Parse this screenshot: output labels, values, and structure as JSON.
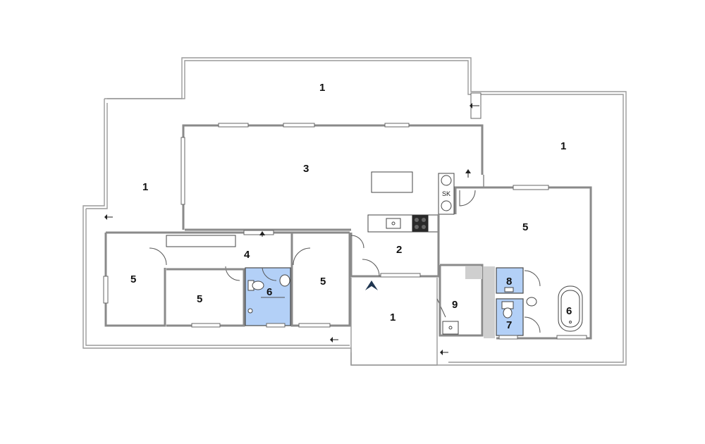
{
  "plan": {
    "room_labels": [
      {
        "id": "terrace-top",
        "text": "1"
      },
      {
        "id": "terrace-left",
        "text": "1"
      },
      {
        "id": "terrace-right",
        "text": "1"
      },
      {
        "id": "entry-terrace",
        "text": "1"
      },
      {
        "id": "kitchen-hall",
        "text": "2"
      },
      {
        "id": "living",
        "text": "3"
      },
      {
        "id": "hallway",
        "text": "4"
      },
      {
        "id": "bedroom-left",
        "text": "5"
      },
      {
        "id": "bedroom-mid",
        "text": "5"
      },
      {
        "id": "bedroom-center",
        "text": "5"
      },
      {
        "id": "bedroom-master",
        "text": "5"
      },
      {
        "id": "bathroom-hall",
        "text": "6"
      },
      {
        "id": "bathroom-master",
        "text": "6"
      },
      {
        "id": "wc",
        "text": "7"
      },
      {
        "id": "utility",
        "text": "8"
      },
      {
        "id": "laundry",
        "text": "9"
      }
    ],
    "fixture_text": "SK",
    "colors": {
      "wet_room": "#b3d0f7",
      "wall": "#8a8a8a",
      "entrance_arrow": "#1f3550"
    }
  }
}
